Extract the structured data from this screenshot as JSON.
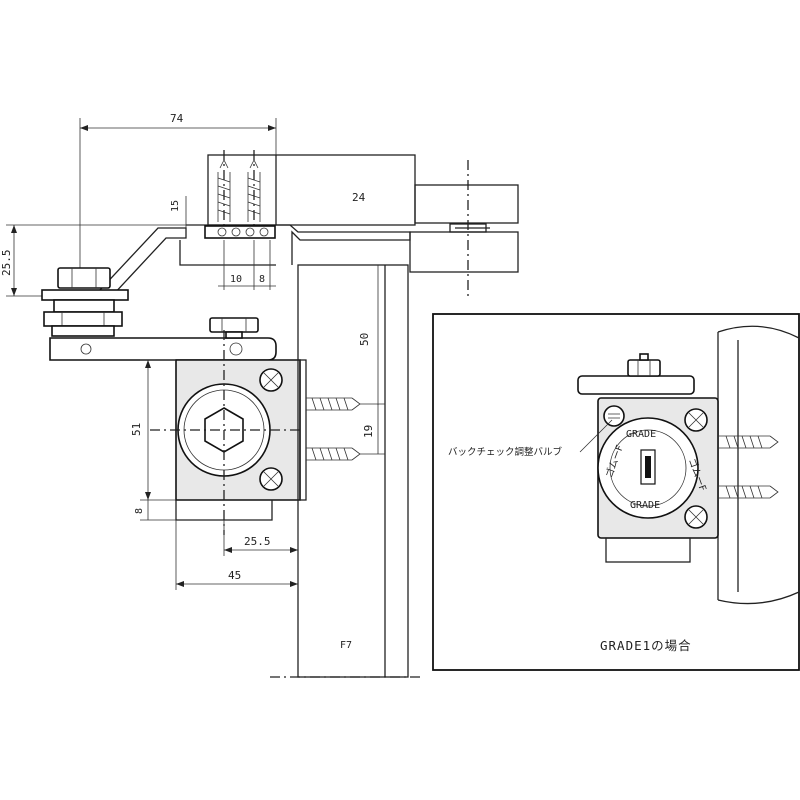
{
  "main_view": {
    "dimensions": {
      "width_top": "74",
      "height_left": "25.5",
      "offset_15": "15",
      "d_10": "10",
      "d_8_top": "8",
      "d_50": "50",
      "d_51": "51",
      "d_19": "19",
      "d_8_bottom": "8",
      "d_25_5_bottom": "25.5",
      "d_45": "45"
    },
    "labels": {
      "door_thickness": "24",
      "frame_label": "F7"
    }
  },
  "detail_view": {
    "valve_callout": "バックチェック調整バルブ",
    "caption": "GRADE1の場合",
    "dial_text_top": "GRADE",
    "dial_text_bottom": "GRADE",
    "dial_ring_left": "ゴムーF",
    "dial_ring_right": "ゴムーF"
  },
  "colors": {
    "line": "#222222",
    "background": "#ffffff",
    "body_fill": "#e8e8e8"
  }
}
